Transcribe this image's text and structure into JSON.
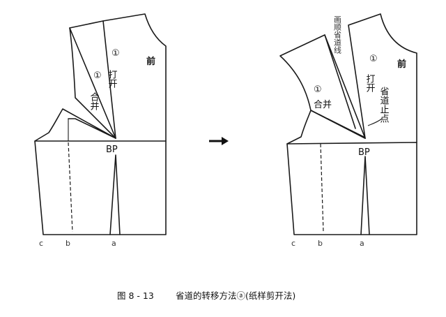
{
  "left_diagram": {
    "label_front": "前",
    "label_open_num": "①",
    "label_open": "打开",
    "label_close_num": "①",
    "label_close": "合并",
    "label_bp": "BP",
    "label_c": "c",
    "label_b": "b",
    "label_a": "a"
  },
  "right_diagram": {
    "label_front": "前",
    "label_smooth_line": "画顺省道线",
    "label_open_num": "①",
    "label_open": "打开",
    "label_close_num": "①",
    "label_close": "合并",
    "label_dart_end": "省道止点",
    "label_bp": "BP",
    "label_c": "c",
    "label_b": "b",
    "label_a": "a"
  },
  "caption": {
    "figure_no": "图 8 - 13",
    "title": "省道的转移方法ⓐ(纸样剪开法)"
  }
}
